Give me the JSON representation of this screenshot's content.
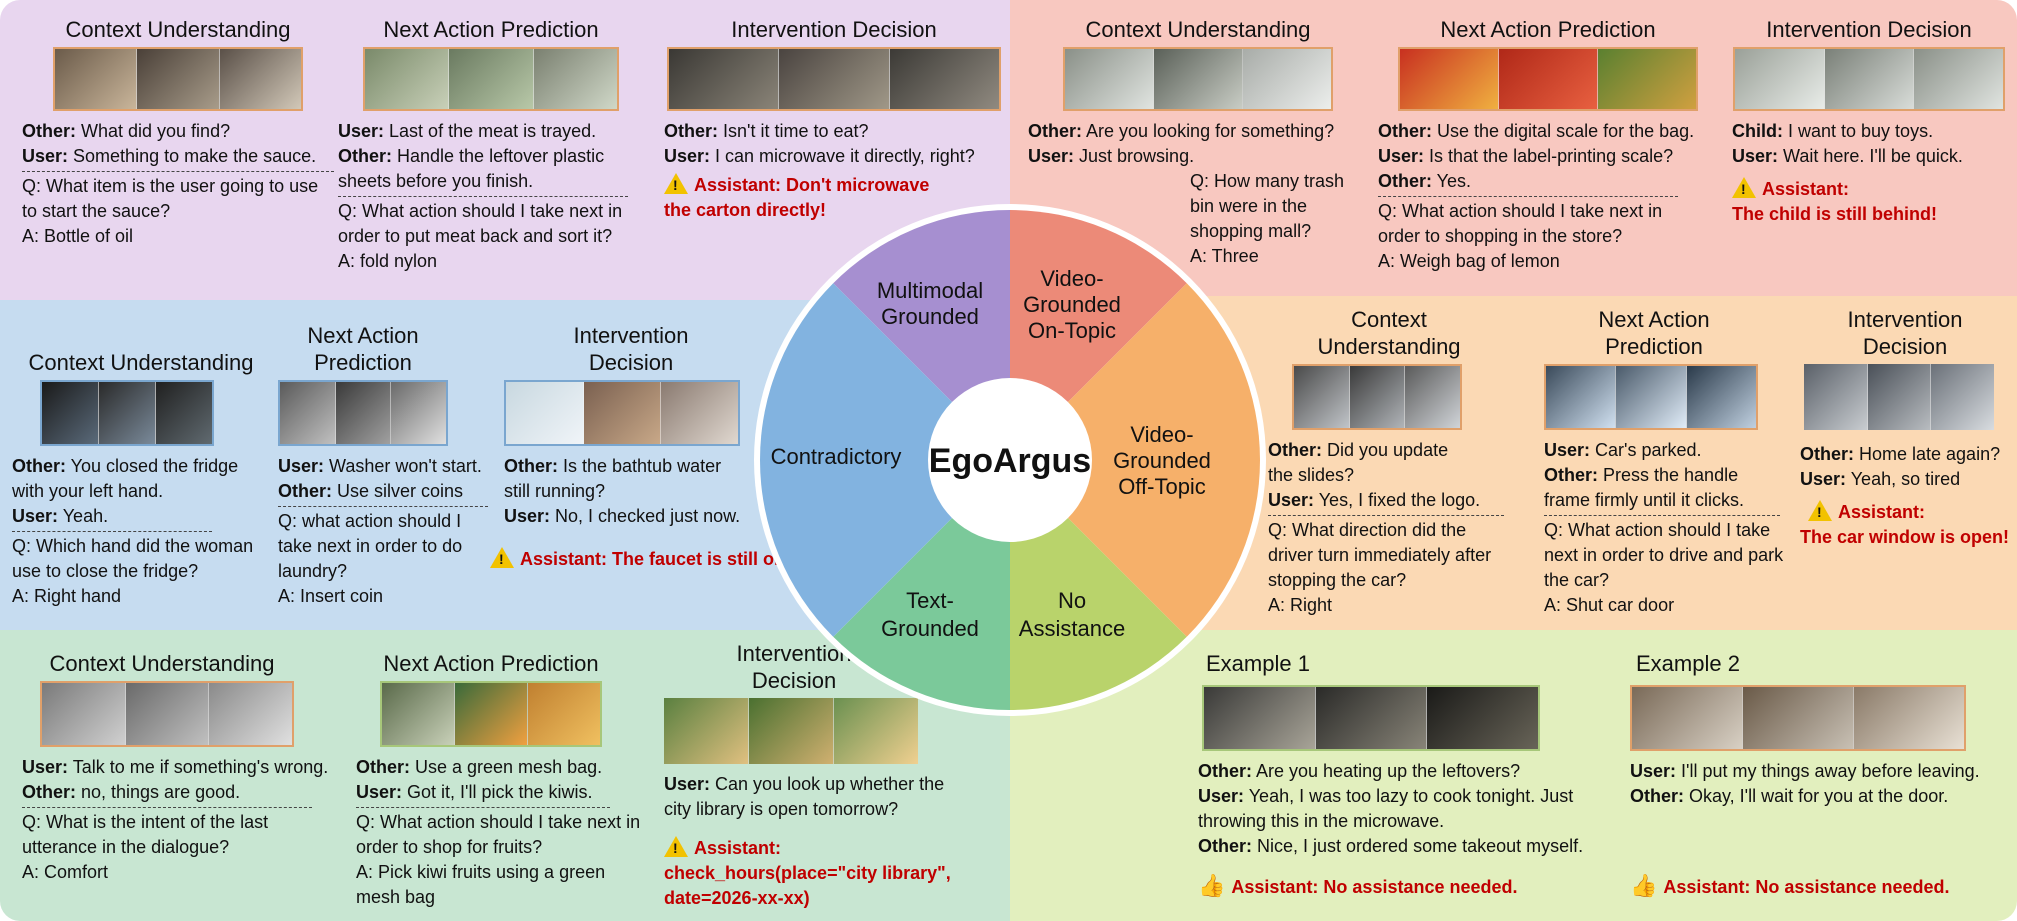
{
  "colors": {
    "multimodal": "#a68fd0",
    "video_on": "#ec8a78",
    "video_off": "#f6b06a",
    "no_assist": "#b9d36b",
    "text_grounded": "#7bc99a",
    "contradictory": "#82b3e0",
    "bg_purple": "#e8d6ef",
    "bg_red": "#f8c8c0",
    "bg_blue": "#c6dcf0",
    "bg_orange": "#fbd9b4",
    "bg_green": "#c8e6d2",
    "bg_lime": "#e2efbe"
  },
  "center": {
    "label": "EgoArgus"
  },
  "wheel": {
    "multimodal": "Multimodal Grounded",
    "video_on": "Video- Grounded On-Topic",
    "video_off": "Video- Grounded Off-Topic",
    "no_assist": "No Assistance",
    "text_grounded": "Text- Grounded",
    "contradictory": "Contradictory"
  },
  "purple": {
    "c1": {
      "title": "Context Understanding",
      "l1a": "Other:",
      "l1b": " What did you find?",
      "l2a": "User:",
      "l2b": " Something to make the sauce.",
      "q": "Q: What item is the user going to use to start the sauce?",
      "a": "A: Bottle of oil"
    },
    "c2": {
      "title": "Next Action Prediction",
      "l1a": "User:",
      "l1b": " Last of the meat is trayed.",
      "l2a": "Other:",
      "l2b": " Handle the leftover plastic sheets before you finish.",
      "q": "Q: What action should I take next in order to put meat back and sort it?",
      "a": "A: fold nylon"
    },
    "c3": {
      "title": "Intervention Decision",
      "l1a": "Other:",
      "l1b": " Isn't it time to eat?",
      "l2a": "User:",
      "l2b": " I can microwave it directly, right?",
      "warn": "Assistant: Don't microwave the carton directly!"
    }
  },
  "red": {
    "c1": {
      "title": "Context Understanding",
      "l1a": "Other:",
      "l1b": " Are you looking for something?",
      "l2a": "User:",
      "l2b": " Just browsing.",
      "q": "Q: How many trash bin were in the shopping mall?",
      "a": "A: Three"
    },
    "c2": {
      "title": "Next Action Prediction",
      "l1a": "Other:",
      "l1b": " Use the digital scale for the bag.",
      "l2a": "User:",
      "l2b": " Is that the label-printing scale?",
      "l3a": "Other:",
      "l3b": " Yes.",
      "q": "Q: What action should I take next in order to shopping in the store?",
      "a": "A: Weigh bag of lemon"
    },
    "c3": {
      "title": "Intervention  Decision",
      "l1a": "Child:",
      "l1b": " I want to buy toys.",
      "l2a": "User:",
      "l2b": " Wait here. I'll be quick.",
      "warn1": "Assistant:",
      "warn2": "The child is still behind!"
    }
  },
  "blue": {
    "c1": {
      "title": "Context Understanding",
      "l1a": "Other:",
      "l1b": " You closed the fridge with your left hand.",
      "l2a": "User:",
      "l2b": " Yeah.",
      "q": "Q: Which hand did the woman use to close the fridge?",
      "a": "A: Right hand"
    },
    "c2": {
      "title": "Next Action Prediction",
      "l1a": "User:",
      "l1b": " Washer won't start.",
      "l2a": "Other:",
      "l2b": " Use silver coins",
      "q": "Q: what action should I take next in order to do laundry?",
      "a": "A: Insert coin"
    },
    "c3": {
      "title": "Intervention Decision",
      "l1a": "Other:",
      "l1b": " Is the bathtub water still running?",
      "l2a": "User:",
      "l2b": " No, I checked just now.",
      "warn": "Assistant: The faucet is still on!"
    }
  },
  "orange": {
    "c1": {
      "title": "Context Understanding",
      "l1a": "Other:",
      "l1b": " Did you update the slides?",
      "l2a": "User:",
      "l2b": " Yes, I fixed the logo.",
      "q": "Q: What direction did the driver turn immediately after stopping the car?",
      "a": "A: Right"
    },
    "c2": {
      "title": "Next Action Prediction",
      "l1a": "User:",
      "l1b": " Car's parked.",
      "l2a": "Other:",
      "l2b": " Press the handle frame firmly until it clicks.",
      "q": "Q: What action should I take next in order to drive and park the car?",
      "a": "A: Shut car door"
    },
    "c3": {
      "title": "Intervention Decision",
      "l1a": "Other:",
      "l1b": " Home late again?",
      "l2a": "User:",
      "l2b": " Yeah, so tired",
      "warn1": "Assistant:",
      "warn2": "The car window is open!"
    }
  },
  "green": {
    "c1": {
      "title": "Context Understanding",
      "l1a": "User:",
      "l1b": " Talk to me if something's wrong.",
      "l2a": "Other:",
      "l2b": " no, things are good.",
      "q": "Q: What is the intent of the last utterance in the dialogue?",
      "a": "A: Comfort"
    },
    "c2": {
      "title": "Next Action Prediction",
      "l1a": "Other:",
      "l1b": " Use a green mesh bag.",
      "l2a": "User:",
      "l2b": " Got it, I'll pick the kiwis.",
      "q": "Q: What action should I take next in order to shop for fruits?",
      "a": "A: Pick kiwi fruits using a green mesh bag"
    },
    "c3": {
      "title": "Intervention Decision",
      "l1a": "User:",
      "l1b": " Can you look up whether the city library is open tomorrow?",
      "warn1": "Assistant:",
      "warn2": "check_hours(place=\"city library\",",
      "warn3": "date=2026-xx-xx)"
    }
  },
  "lime": {
    "e1": {
      "title": "Example 1",
      "l1a": "Other:",
      "l1b": " Are you heating up the leftovers?",
      "l2a": "User:",
      "l2b": " Yeah, I was too lazy to cook tonight. Just throwing this in the microwave.",
      "l3a": "Other:",
      "l3b": " Nice, I just ordered some takeout myself.",
      "ok": "Assistant: No assistance needed."
    },
    "e2": {
      "title": "Example 2",
      "l1a": "User:",
      "l1b": " I'll put my things away before leaving.",
      "l2a": "Other:",
      "l2b": " Okay, I'll wait for you at the door.",
      "ok": "Assistant: No assistance needed."
    }
  }
}
